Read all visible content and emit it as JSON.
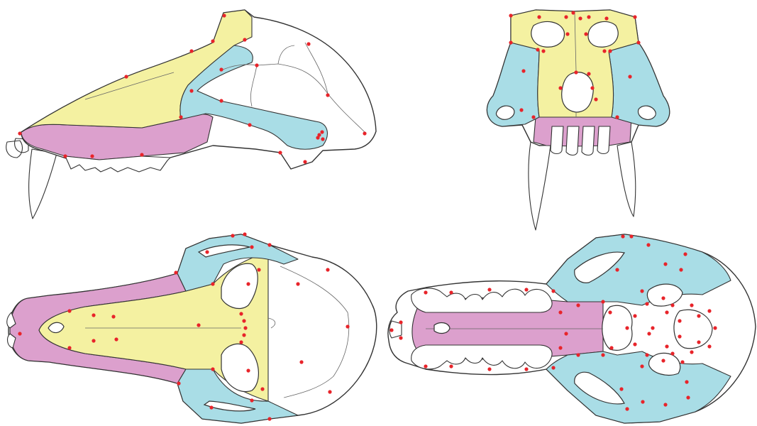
{
  "colors": {
    "background": "#ffffff",
    "outline": "#333333",
    "yellow_region": "#f4f1a1",
    "pink_region": "#dca0cd",
    "blue_region": "#a9dde6",
    "landmark": "#e8242a"
  },
  "views": [
    {
      "name": "lateral"
    },
    {
      "name": "anterior"
    },
    {
      "name": "dorsal"
    },
    {
      "name": "ventral"
    }
  ],
  "landmark_counts": {
    "lateral": 24,
    "anterior": 26,
    "dorsal": 34,
    "ventral": 60
  }
}
